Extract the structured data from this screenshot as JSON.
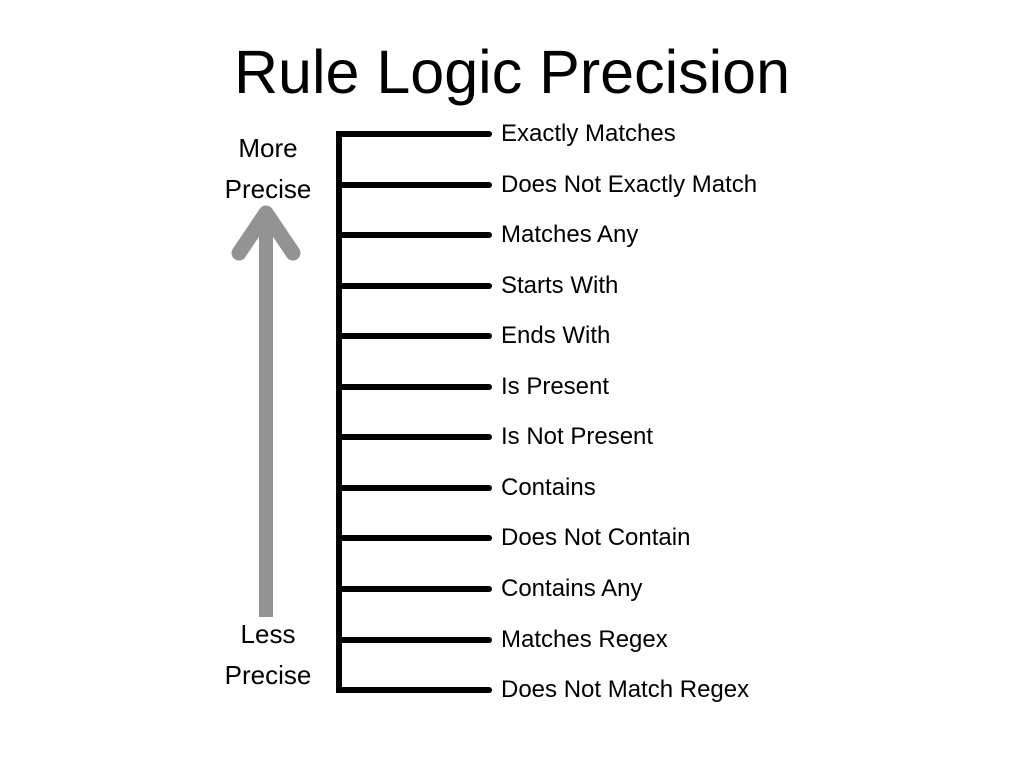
{
  "title": "Rule Logic Precision",
  "precision_axis": {
    "high_label_lines": [
      "More",
      "Precise"
    ],
    "low_label_lines": [
      "Less",
      "Precise"
    ],
    "arrow_direction": "up",
    "arrow_color": "#939393"
  },
  "items_ordered_most_to_least_precise": [
    {
      "rank": 1,
      "label": "Exactly Matches"
    },
    {
      "rank": 2,
      "label": "Does Not Exactly Match"
    },
    {
      "rank": 3,
      "label": "Matches Any"
    },
    {
      "rank": 4,
      "label": "Starts With"
    },
    {
      "rank": 5,
      "label": "Ends With"
    },
    {
      "rank": 6,
      "label": "Is Present"
    },
    {
      "rank": 7,
      "label": "Is Not Present"
    },
    {
      "rank": 8,
      "label": "Contains"
    },
    {
      "rank": 9,
      "label": "Does Not Contain"
    },
    {
      "rank": 10,
      "label": "Contains Any"
    },
    {
      "rank": 11,
      "label": "Matches Regex"
    },
    {
      "rank": 12,
      "label": "Does Not Match Regex"
    }
  ],
  "colors": {
    "background": "#ffffff",
    "line": "#000000",
    "text": "#000000",
    "arrow": "#939393"
  }
}
